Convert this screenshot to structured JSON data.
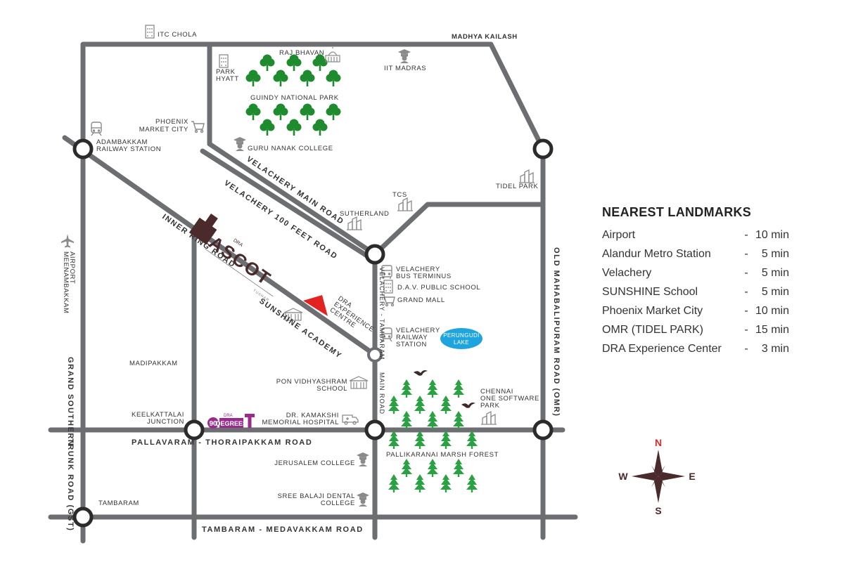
{
  "map": {
    "colors": {
      "road": "#6d6e71",
      "junction": "#2b2b2b",
      "tree_dark": "#1e8b2e",
      "tree_light": "#2aa142",
      "lake": "#1ea5df",
      "brand": "#4a2a2a",
      "purple": "#9a2a8e",
      "marker": "#e32222",
      "compass": "#4a2a2a",
      "compass_n": "#d92b2b"
    },
    "labels": {
      "itc_chola": "ITC CHOLA",
      "madhya_kailash": "MADHYA KAILASH",
      "raj_bhavan": "RAJ BHAVAN",
      "iit_madras": "IIT MADRAS",
      "park_hyatt_1": "PARK",
      "park_hyatt_2": "HYATT",
      "guindy_park": "GUINDY NATIONAL PARK",
      "phoenix_1": "PHOENIX",
      "phoenix_2": "MARKET CITY",
      "adambakkam_1": "ADAMBAKKAM",
      "adambakkam_2": "RAILWAY STATION",
      "guru_nanak": "GURU NANAK COLLEGE",
      "tidel_park": "TIDEL PARK",
      "tcs": "TCS",
      "sutherland": "SUTHERLAND",
      "velachery_bus_1": "VELACHERY",
      "velachery_bus_2": "BUS TERMINUS",
      "dav_school": "D.A.V. PUBLIC SCHOOL",
      "grand_mall": "GRAND MALL",
      "dra_exp_1": "DRA",
      "dra_exp_2": "EXPERIENCE",
      "dra_exp_3": "CENTRE",
      "velachery_rail_1": "VELACHERY",
      "velachery_rail_2": "RAILWAY",
      "velachery_rail_3": "STATION",
      "perungudi_1": "PERUNGUDI",
      "perungudi_2": "LAKE",
      "madipakkam": "MADIPAKKAM",
      "pon_1": "PON VIDHYASHRAM",
      "pon_2": "SCHOOL",
      "chennai_one_1": "CHENNAI",
      "chennai_one_2": "ONE SOFTWARE",
      "chennai_one_3": "PARK",
      "keelkattalai_1": "KEELKATTALAI",
      "keelkattalai_2": "JUNCTION",
      "kamakshi_1": "DR. KAMAKSHI",
      "kamakshi_2": "MEMORIAL HOSPITAL",
      "pallikaranai": "PALLIKARANAI MARSH FOREST",
      "jerusalem": "JERUSALEM COLLEGE",
      "tambaram": "TAMBARAM",
      "sree_balaji_1": "SREE BALAJI DENTAL",
      "sree_balaji_2": "COLLEGE",
      "meenambakkam_1": "MEENAMBAKKAM",
      "meenambakkam_2": "AIRPORT",
      "sunshine": "SUNSHINE ACADEMY"
    },
    "roads": {
      "velachery_main": "VELACHERY MAIN ROAD",
      "velachery_100": "VELACHERY 100 FEET ROAD",
      "inner_ring": "INNER RING ROAD",
      "velachery_tambaram": "VELACHERY - TAMBARAM",
      "main_road": "MAIN ROAD",
      "omr": "OLD MAHABALIPURAM ROAD (OMR)",
      "gst_1": "GRAND SOUTHERN",
      "gst_2": "TRUNK ROAD (GST)",
      "pallavaram": "PALLAVARAM - THORAIPAKKAM ROAD",
      "tambaram_medavakkam": "TAMBARAM - MEDAVAKKAM ROAD"
    },
    "brand": {
      "ascot_small": "DRA",
      "ascot_name": "ASCOT",
      "ascot_tag": "TUSHAR",
      "degrees_small": "DRA",
      "degrees_number": "90",
      "degrees_name": "DEGREES"
    },
    "compass": {
      "n": "N",
      "e": "E",
      "s": "S",
      "w": "W"
    }
  },
  "landmarks": {
    "title": "NEAREST LANDMARKS",
    "items": [
      {
        "name": "Airport",
        "time": "10 min"
      },
      {
        "name": "Alandur Metro Station",
        "time": "5 min"
      },
      {
        "name": "Velachery",
        "time": "5 min"
      },
      {
        "name": "SUNSHINE School",
        "time": "5 min"
      },
      {
        "name": "Phoenix Market City",
        "time": "10 min"
      },
      {
        "name": "OMR (TIDEL PARK)",
        "time": "15 min"
      },
      {
        "name": "DRA Experience Center",
        "time": "3 min"
      }
    ]
  }
}
